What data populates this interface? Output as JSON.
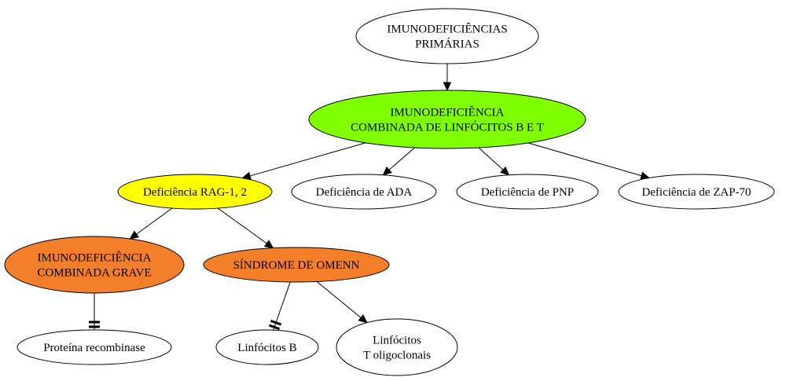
{
  "colors": {
    "default": "#ffffff",
    "green": "#7fff00",
    "yellow": "#ffff00",
    "orange": "#f47f2a"
  },
  "nodes": [
    {
      "id": "root",
      "lines": [
        "IMUNODEFICIÊNCIAS",
        "PRIMÁRIAS"
      ],
      "fill": "default"
    },
    {
      "id": "combinada_bt",
      "lines": [
        "IMUNODEFICIÊNCIA",
        "COMBINADA DE LINFÓCITOS B E T"
      ],
      "fill": "green"
    },
    {
      "id": "rag",
      "lines": [
        "Deficiência RAG-1, 2"
      ],
      "fill": "yellow"
    },
    {
      "id": "ada",
      "lines": [
        "Deficiência de ADA"
      ],
      "fill": "default"
    },
    {
      "id": "pnp",
      "lines": [
        "Deficiência de PNP"
      ],
      "fill": "default"
    },
    {
      "id": "zap",
      "lines": [
        "Deficiência de ZAP-70"
      ],
      "fill": "default"
    },
    {
      "id": "grave",
      "lines": [
        "IMUNODEFICIÊNCIA",
        "COMBINADA GRAVE"
      ],
      "fill": "orange"
    },
    {
      "id": "omenn",
      "lines": [
        "SÍNDROME DE OMENN"
      ],
      "fill": "orange"
    },
    {
      "id": "recombinase",
      "lines": [
        "Proteína recombinase"
      ],
      "fill": "default"
    },
    {
      "id": "linfb",
      "lines": [
        "Linfócitos B"
      ],
      "fill": "default"
    },
    {
      "id": "linft",
      "lines": [
        "Linfócitos",
        "T oligoclonais"
      ],
      "fill": "default"
    }
  ],
  "edges": [
    {
      "from": "root",
      "to": "combinada_bt",
      "head": "arrow"
    },
    {
      "from": "combinada_bt",
      "to": "rag",
      "head": "arrow"
    },
    {
      "from": "combinada_bt",
      "to": "ada",
      "head": "arrow"
    },
    {
      "from": "combinada_bt",
      "to": "pnp",
      "head": "arrow"
    },
    {
      "from": "combinada_bt",
      "to": "zap",
      "head": "arrow"
    },
    {
      "from": "rag",
      "to": "grave",
      "head": "arrow"
    },
    {
      "from": "rag",
      "to": "omenn",
      "head": "arrow"
    },
    {
      "from": "grave",
      "to": "recombinase",
      "head": "tee"
    },
    {
      "from": "omenn",
      "to": "linfb",
      "head": "tee"
    },
    {
      "from": "omenn",
      "to": "linft",
      "head": "arrow"
    }
  ]
}
